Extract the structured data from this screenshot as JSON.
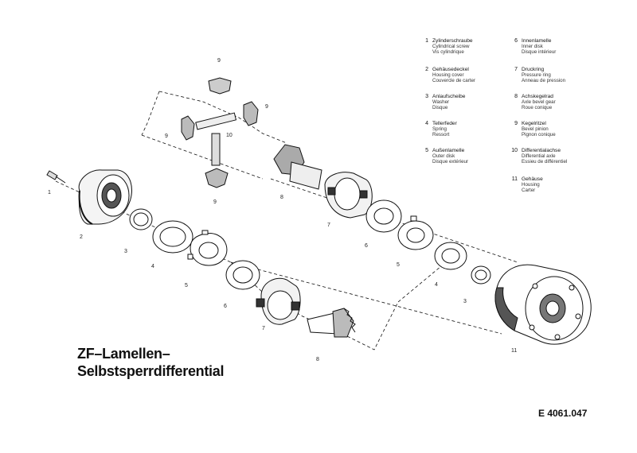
{
  "title": {
    "line1": "ZF–Lamellen–",
    "line2": "Selbstsperrdifferential"
  },
  "reference_code": "E 4061.047",
  "legend": [
    {
      "num": "1",
      "de": "Zylinderschraube",
      "en": "Cylindrical screw",
      "fr": "Vis cylindrique"
    },
    {
      "num": "2",
      "de": "Gehäusedeckel",
      "en": "Housing cover",
      "fr": "Couvercle de carter"
    },
    {
      "num": "3",
      "de": "Anlaufscheibe",
      "en": "Washer",
      "fr": "Disque"
    },
    {
      "num": "4",
      "de": "Tellerfeder",
      "en": "Spring",
      "fr": "Ressort"
    },
    {
      "num": "5",
      "de": "Außenlamelle",
      "en": "Outer disk",
      "fr": "Disque extérieur"
    },
    {
      "num": "6",
      "de": "Innenlamelle",
      "en": "Inner disk",
      "fr": "Disque intérieur"
    },
    {
      "num": "7",
      "de": "Druckring",
      "en": "Pressure ring",
      "fr": "Anneau de pression"
    },
    {
      "num": "8",
      "de": "Achskegelrad",
      "en": "Axle bevel gear",
      "fr": "Roue conique"
    },
    {
      "num": "9",
      "de": "Kegelritzel",
      "en": "Bevel pinion",
      "fr": "Pignon conique"
    },
    {
      "num": "10",
      "de": "Differentialachse",
      "en": "Differential axle",
      "fr": "Essieu de différentiel"
    },
    {
      "num": "11",
      "de": "Gehäuse",
      "en": "Housing",
      "fr": "Carter"
    }
  ],
  "callouts": {
    "c1": "1",
    "c2": "2",
    "c3a": "3",
    "c4a": "4",
    "c5a": "5",
    "c6a": "6",
    "c7a": "7",
    "c8a": "8",
    "c9a": "9",
    "c9b": "9",
    "c9c": "9",
    "c9d": "9",
    "c10": "10",
    "c8b": "8",
    "c7b": "7",
    "c6b": "6",
    "c5b": "5",
    "c4b": "4",
    "c3b": "3",
    "c11": "11"
  }
}
